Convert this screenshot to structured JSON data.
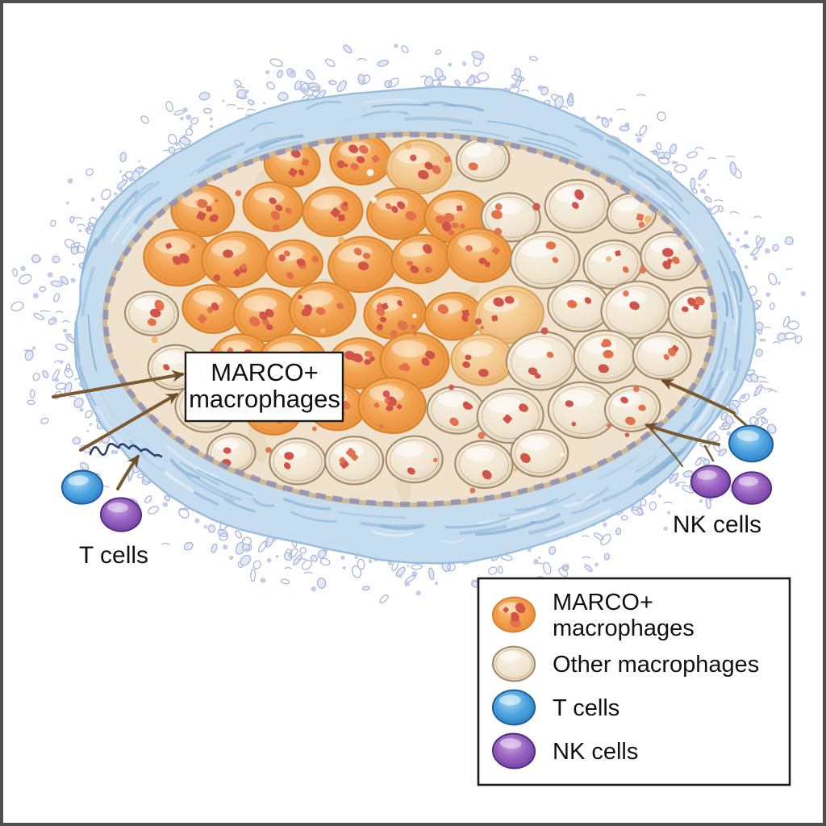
{
  "callout": {
    "line1": "MARCO+",
    "line2": "macrophages"
  },
  "labels": {
    "t_cells": "T cells",
    "nk_cells": "NK cells"
  },
  "legend": {
    "items": [
      {
        "icon": "marco-macrophage-icon",
        "line1": "MARCO+",
        "line2": "macrophages"
      },
      {
        "icon": "other-macrophage-icon",
        "line1": "Other macrophages"
      },
      {
        "icon": "t-cell-icon",
        "line1": "T cells"
      },
      {
        "icon": "nk-cell-icon",
        "line1": "NK cells"
      }
    ]
  },
  "colors": {
    "frame": "#4f4f4f",
    "background": "#ffffff",
    "speckle_stroke": "#a9b6dd",
    "speckle_fill": "#e4e9f6",
    "speckle_dot": "#c3cde9",
    "capsule_fill": "#c5ddef",
    "capsule_edge": "#9bbedd",
    "capsule_stroke_dark": "#8bb2d4",
    "capsule_stroke_mid": "#9cc0de",
    "capsule_stroke_light": "#c2d9ec",
    "capsule_highlight": "#e3eef8",
    "ring_dash": "#8b8fb9",
    "interior_fill": "#f0e2cc",
    "interior_rim": "#cdb897",
    "matrix_light": "#f8eedd",
    "matrix_shade": "#e2cfb2",
    "marco_base": "#f2a250",
    "marco_light": "#f9cd92",
    "marco_deep": "#e68c38",
    "marco_rim": "#d9842f",
    "pale_base": "#f3c88e",
    "pale_light": "#f9dcb2",
    "pale_deep": "#e7ae6c",
    "pale_rim": "#d9a45c",
    "other_base": "#f1e6d2",
    "other_light": "#f8f1e4",
    "other_dark": "#e2d0b4",
    "other_rim": "#a58d6e",
    "dot_red": "#d0544a",
    "dot_orange": "#e2714d",
    "dot_amber": "#f0b56e",
    "dot_pale": "#fbf4e6",
    "t_cell_base": "#4da3e0",
    "t_cell_light": "#a6d8f4",
    "t_cell_dark": "#2d7ec3",
    "t_cell_rim": "#1e5f9e",
    "nk_base": "#9660bf",
    "nk_light": "#c9a2e2",
    "nk_dark": "#713fa0",
    "nk_rim": "#563082",
    "arrow": "#7a5a31",
    "arrow_head": "#6b4e28",
    "scribble": "#2e3f72",
    "text": "#111111",
    "box_border": "#1c1c1c"
  }
}
